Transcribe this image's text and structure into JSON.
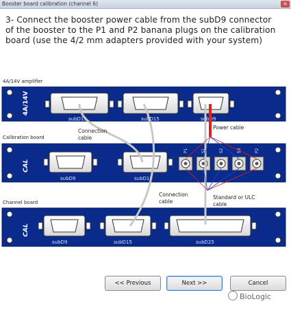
{
  "window": {
    "title": "Booster board calibration (channel 6)",
    "close_glyph": "×"
  },
  "instruction": "3- Connect the booster power cable from the subD9 connector\nof the booster to the P1 and P2 banana plugs on the calibration\nboard (use the 4/2 mm adapters provided with your system)",
  "amplifier": {
    "section_label": "4A/14V amplifier",
    "board_tag": "4A/14V",
    "connectors": [
      "subD15",
      "subD15",
      "subD9"
    ]
  },
  "calibration": {
    "section_label": "Calibration board",
    "board_tag": "CAL",
    "connectors": [
      "subD9",
      "subD15"
    ],
    "plugs": [
      "P1",
      "S1",
      "S2",
      "S3",
      "P2"
    ]
  },
  "channel": {
    "section_label": "Channel board",
    "connectors": [
      "subD9",
      "subD15",
      "subD25"
    ]
  },
  "labels": {
    "connection_cable_1": "Connection\ncable",
    "connection_cable_2": "Connection\ncable",
    "power_cable": "Power cable",
    "standard_cable": "Standard or ULC\ncable"
  },
  "buttons": {
    "previous": "<< Previous",
    "next": "Next >>",
    "cancel": "Cancel"
  },
  "watermark": "BioLogic",
  "colors": {
    "board": "#0a2a8c",
    "power_cable": "#e0201c",
    "gray_cable": "#c8c8c8"
  }
}
